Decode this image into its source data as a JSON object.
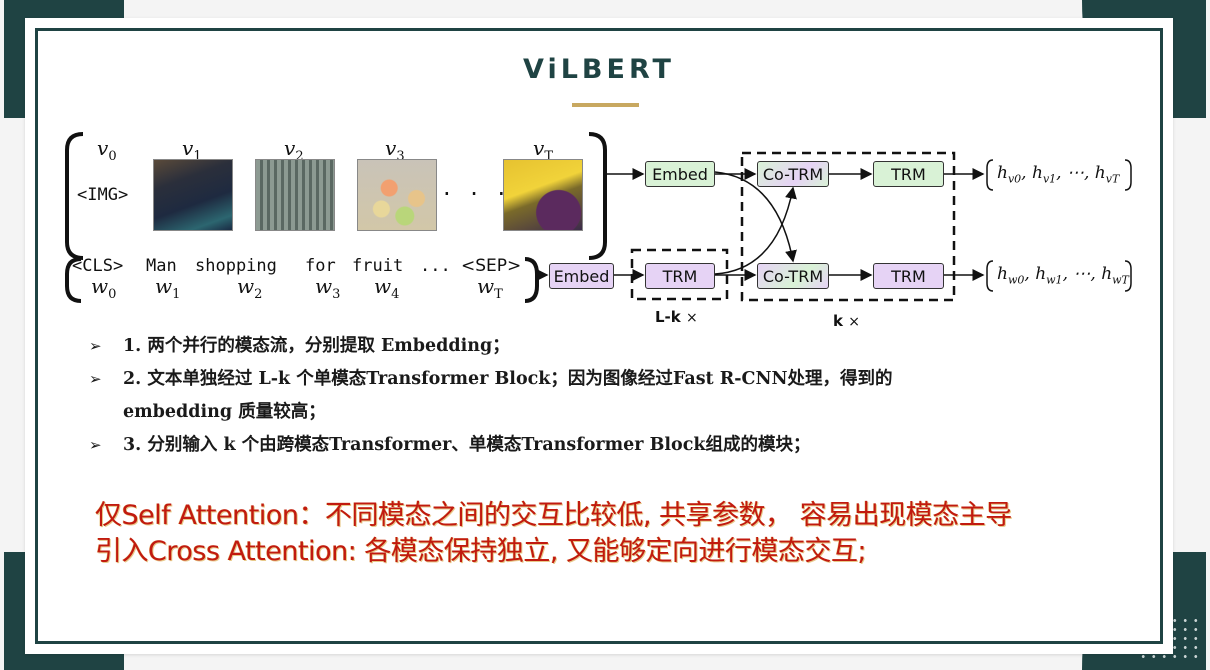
{
  "slide": {
    "title": "ViLBERT",
    "colors": {
      "theme_dark": "#1f4343",
      "title_rule": "#c8a860",
      "note_red": "#c11a0f",
      "box_green": "#d9f2d6",
      "box_purple": "#e6d3f5"
    }
  },
  "diagram": {
    "visual_stream": {
      "symbols": [
        {
          "base": "v",
          "sub": "0"
        },
        {
          "base": "v",
          "sub": "1"
        },
        {
          "base": "v",
          "sub": "2"
        },
        {
          "base": "v",
          "sub": "3"
        },
        {
          "base": "v",
          "sub": "T"
        }
      ],
      "img_token": "<IMG>",
      "ellipsis": "· · ·",
      "images": [
        "person-image",
        "basket-image",
        "fruit-stall-image",
        "bananas-grapes-image"
      ]
    },
    "text_stream": {
      "tokens": [
        "<CLS>",
        "Man",
        "shopping",
        "for",
        "fruit",
        "...",
        "<SEP>"
      ],
      "symbols": [
        {
          "base": "w",
          "sub": "0"
        },
        {
          "base": "w",
          "sub": "1"
        },
        {
          "base": "w",
          "sub": "2"
        },
        {
          "base": "w",
          "sub": "3"
        },
        {
          "base": "w",
          "sub": "4"
        },
        {
          "base": "w",
          "sub": "T"
        }
      ]
    },
    "blocks": {
      "embed_visual": "Embed",
      "embed_text": "Embed",
      "trm_text_single": "TRM",
      "co_trm_visual": "Co-TRM",
      "trm_visual": "TRM",
      "co_trm_text": "Co-TRM",
      "trm_text": "TRM"
    },
    "repeat_labels": {
      "lk_bold": "L-k",
      "k_bold": "k",
      "times": "×"
    },
    "outputs": {
      "visual": "(h_v0, h_v1, ⋯, h_vT)",
      "text": "(h_w0, h_w1, ⋯, h_wT)",
      "visual_parts": [
        {
          "b": "h",
          "s": "v0"
        },
        {
          "b": "h",
          "s": "v1"
        },
        {
          "b": "h",
          "s": "vT"
        }
      ],
      "text_parts": [
        {
          "b": "h",
          "s": "w0"
        },
        {
          "b": "h",
          "s": "w1"
        },
        {
          "b": "h",
          "s": "wT"
        }
      ]
    }
  },
  "bullets": [
    {
      "marker": "➢",
      "text": "1. 两个并行的模态流，分别提取 Embedding；"
    },
    {
      "marker": "➢",
      "text": "2. 文本单独经过 L-k 个单模态Transformer Block；因为图像经过Fast R-CNN处理，得到的",
      "continuation": "embedding 质量较高；"
    },
    {
      "marker": "➢",
      "text": "3. 分别输入 k 个由跨模态Transformer、单模态Transformer Block组成的模块；"
    }
  ],
  "notes": [
    "仅Self Attention：不同模态之间的交互比较低, 共享参数， 容易出现模态主导",
    "引入Cross Attention: 各模态保持独立, 又能够定向进行模态交互;"
  ]
}
